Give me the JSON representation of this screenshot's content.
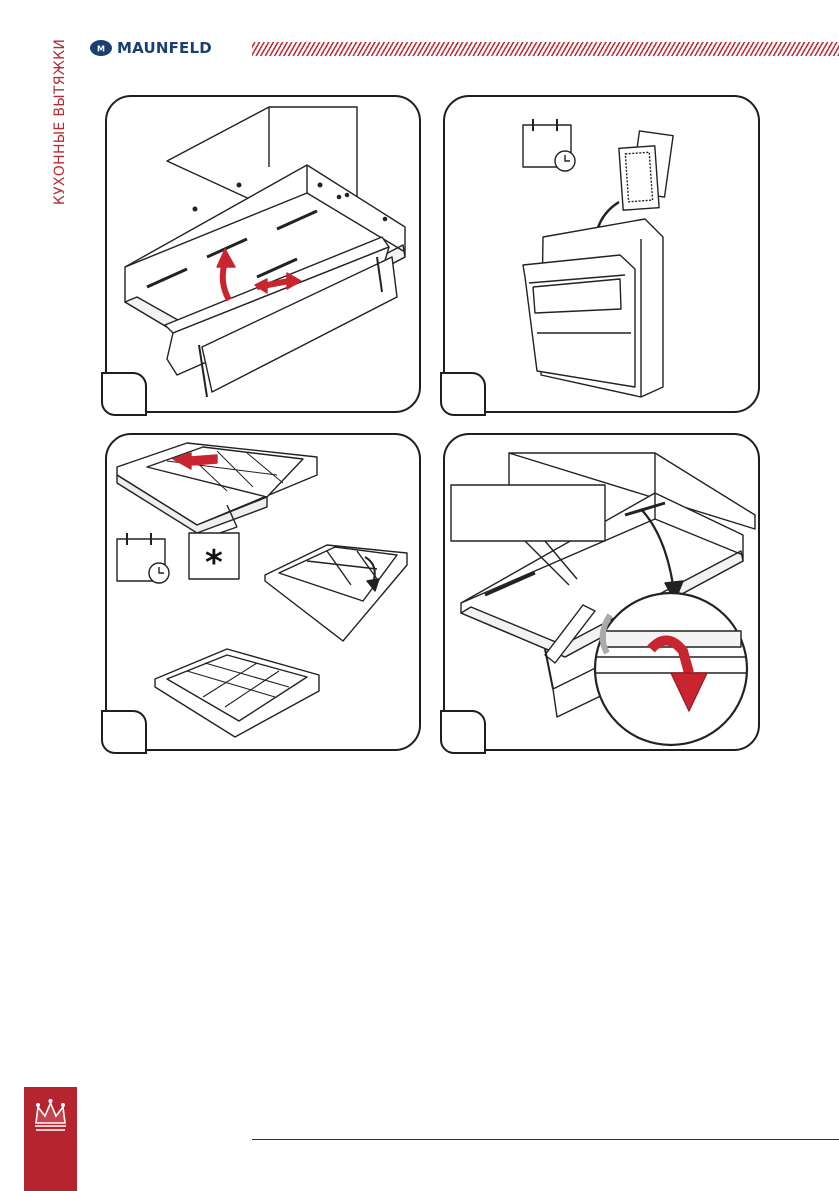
{
  "header": {
    "brand": "MAUNFELD",
    "side_label": "КУХОННЫЕ ВЫТЯЖКИ",
    "brand_color": "#1b3f73",
    "accent_color": "#b5252f"
  },
  "icons": [
    "maunfeld-logo-icon",
    "calendar-clock-icon",
    "crown-emblem-icon"
  ],
  "panels": [
    {
      "name": "step-1-remove-filter-panel",
      "icon": "hood-filter-unlatch-icon"
    },
    {
      "name": "step-2-dishwasher-panel",
      "icon": "dishwasher-filter-wash-icon"
    },
    {
      "name": "step-3-carbon-filter-panel",
      "icon": "carbon-filter-replace-icon"
    },
    {
      "name": "step-4-reinstall-panel",
      "icon": "hood-filter-reinstall-icon"
    }
  ],
  "note_symbol": "*"
}
